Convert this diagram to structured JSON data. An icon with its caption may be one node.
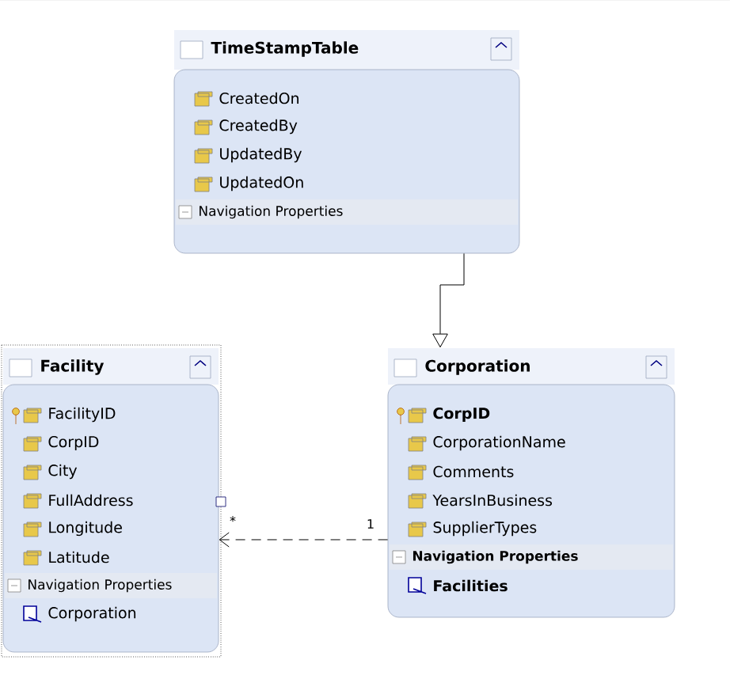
{
  "diagram": {
    "nodes": [
      {
        "text": [
          "TimeStampTable",
          "CreatedOn",
          "CreatedBy",
          "UpdatedBy",
          "UpdatedOn",
          "Navigation Properties"
        ]
      },
      {
        "text": [
          "Facility",
          "FacilityID",
          "CorpID",
          "City",
          "FullAddress",
          "Longitude",
          "Latitude",
          "Navigation Properties",
          "Corporation"
        ]
      },
      {
        "text": [
          "Corporation",
          "CorpID",
          "CorporationName",
          "Comments",
          "YearsInBusiness",
          "SupplierTypes",
          "Navigation Properties",
          "Facilities"
        ]
      }
    ],
    "edges": [
      {
        "from": 0,
        "to": 2,
        "arrow": "to"
      },
      {
        "from": 2,
        "to": 1,
        "arrow": "to",
        "style": "dashed"
      }
    ],
    "labels": [
      "*",
      "1"
    ]
  }
}
